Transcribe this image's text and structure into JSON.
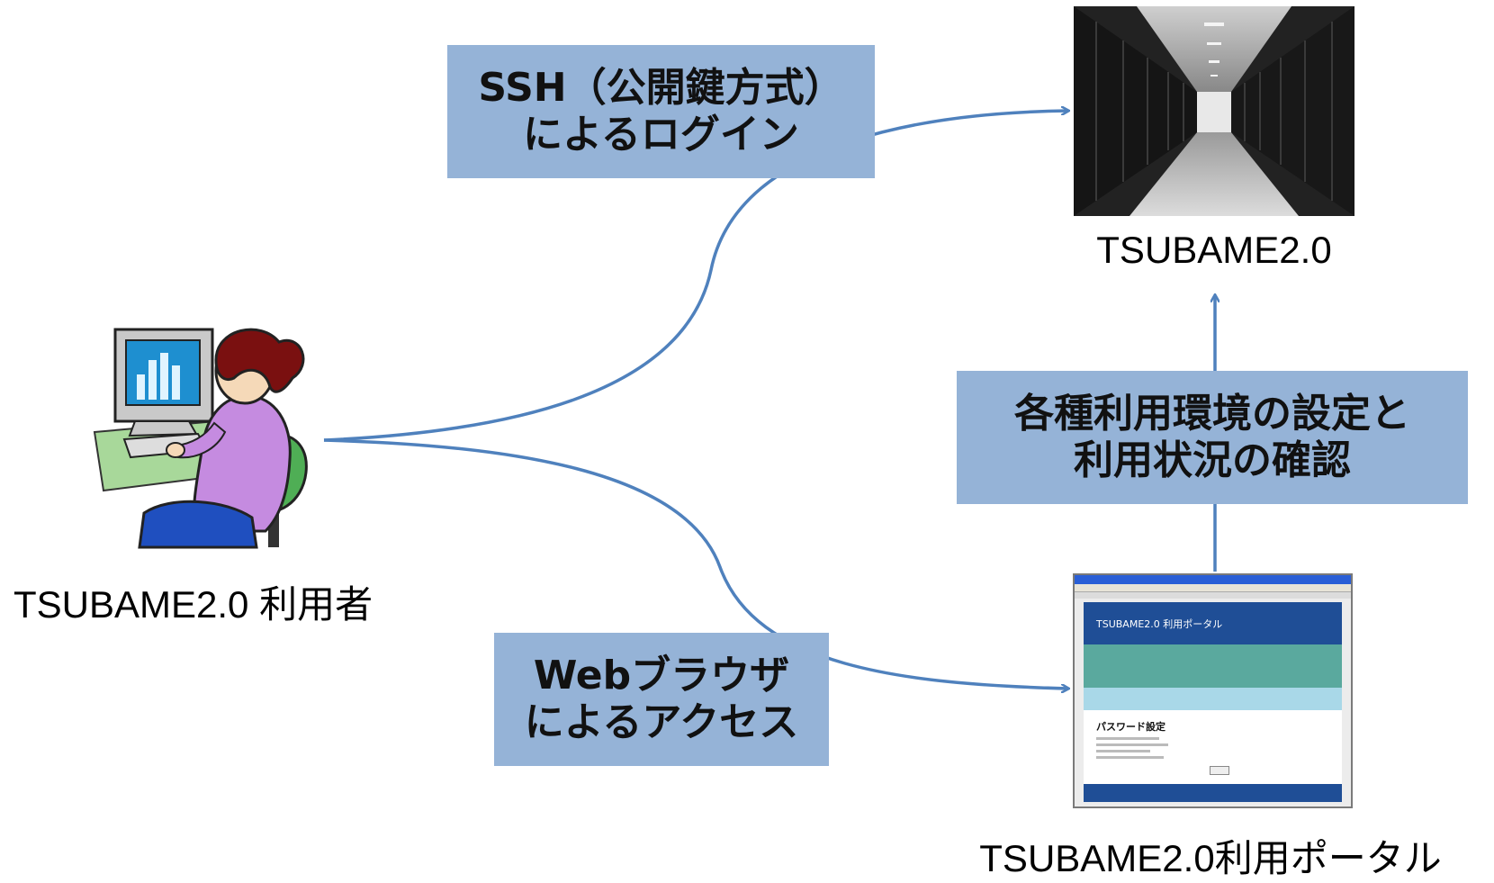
{
  "ssh_box": {
    "line1": "SSH（公開鍵方式）",
    "line2": "によるログイン"
  },
  "web_box": {
    "line1": "Webブラウザ",
    "line2": "によるアクセス"
  },
  "settings_box": {
    "line1": "各種利用環境の設定と",
    "line2": "利用状況の確認"
  },
  "tsubame_label": "TSUBAME2.0",
  "user_label": "TSUBAME2.0 利用者",
  "portal_label": "TSUBAME2.0利用ポータル",
  "portal_screen": {
    "header_title": "TSUBAME2.0 利用ポータル",
    "page_heading": "パスワード設定"
  },
  "colors": {
    "box": "#95b3d7",
    "arrow": "#4f81bd",
    "portal_header": "#1f4e96"
  }
}
